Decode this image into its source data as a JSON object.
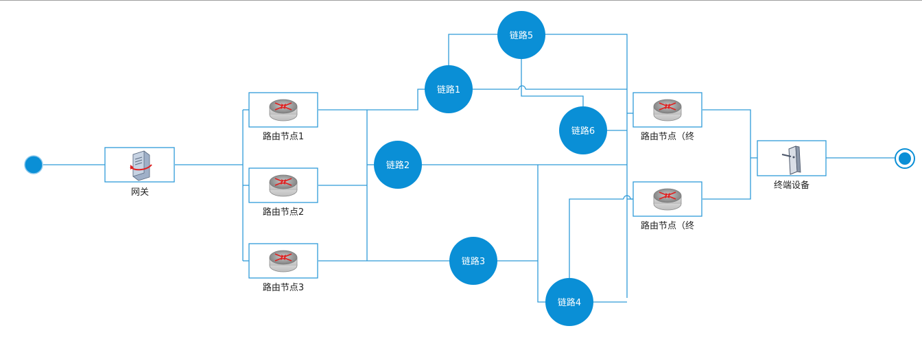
{
  "nodes": {
    "gateway": "网关",
    "router1": "路由节点1",
    "router2": "路由节点2",
    "router3": "路由节点3",
    "router_end_a": "路由节点（终",
    "router_end_b": "路由节点（终",
    "terminal": "终端设备"
  },
  "links": {
    "link1": "链路1",
    "link2": "链路2",
    "link3": "链路3",
    "link4": "链路4",
    "link5": "链路5",
    "link6": "链路6"
  },
  "colors": {
    "line": "#2e9ad8",
    "circle": "#0a8fd6",
    "router_body": "#7f7f7f",
    "router_arrow": "#e02020"
  }
}
